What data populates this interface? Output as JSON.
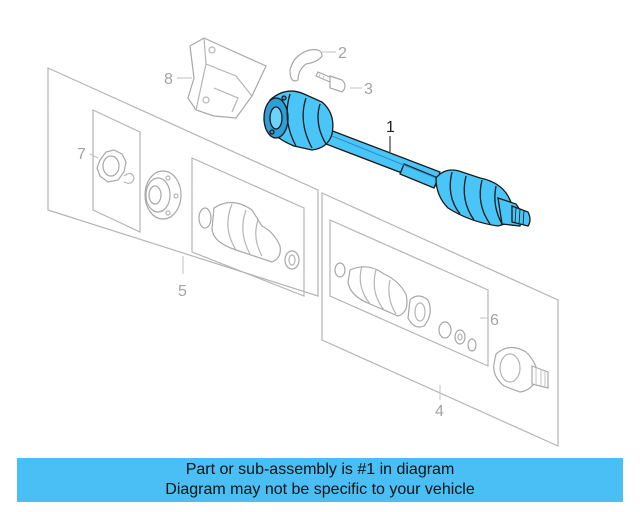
{
  "callouts": {
    "c1": "1",
    "c2": "2",
    "c3": "3",
    "c4": "4",
    "c5": "5",
    "c6": "6",
    "c7": "7",
    "c8": "8"
  },
  "colors": {
    "highlight": "#4ac5f8",
    "highlight_dark": "#2a8fc4",
    "ghost": "#a8a8a8",
    "banner": "#49bff6"
  },
  "banner": {
    "line1": "Part or sub-assembly is #1 in diagram",
    "line2": "Diagram may not be specific to your vehicle"
  }
}
